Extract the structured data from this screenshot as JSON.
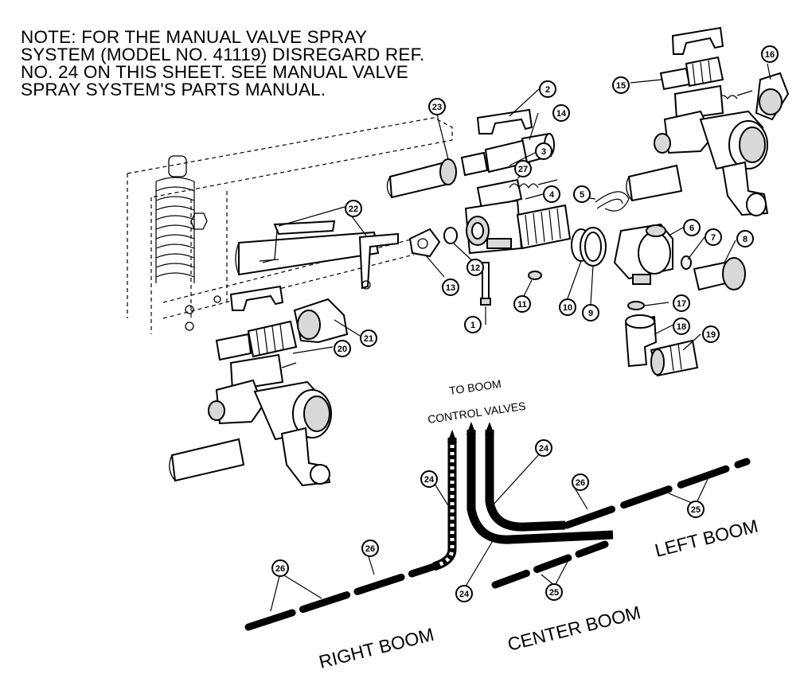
{
  "note": "NOTE: FOR THE MANUAL VALVE SPRAY\nSYSTEM (MODEL NO. 41119) DISREGARD REF.\nNO. 24 ON THIS SHEET. SEE MANUAL VALVE\nSPRAY SYSTEM'S PARTS MANUAL.",
  "callouts": [
    "1",
    "2",
    "3",
    "4",
    "5",
    "6",
    "7",
    "8",
    "9",
    "10",
    "11",
    "12",
    "13",
    "14",
    "15",
    "16",
    "17",
    "18",
    "19",
    "20",
    "21",
    "22",
    "23",
    "24",
    "25",
    "26",
    "27"
  ],
  "hose_destination": {
    "line1": "TO BOOM",
    "line2": "CONTROL VALVES"
  },
  "boom_labels": {
    "right": "RIGHT BOOM",
    "center": "CENTER BOOM",
    "left": "LEFT BOOM"
  }
}
